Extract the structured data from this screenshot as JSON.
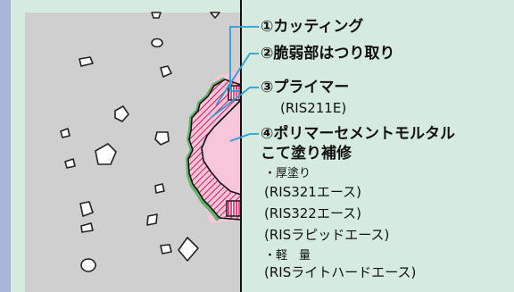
{
  "labels": {
    "cutting": "①カッティング",
    "removal": "②脆弱部はつり取り",
    "primer": "③プライマー",
    "primer_product": "(RIS211E)",
    "mortar_line1": "④ポリマーセメントモルタル",
    "mortar_line2": "こて塗り補修",
    "thick_label": "・厚塗り",
    "thick_product_1": "(RIS321エース)",
    "thick_product_2": "(RIS322エース)",
    "thick_product_3": "(RISラピッドエース)",
    "light_label": "・軽　量",
    "light_product": "(RISライトハードエース)"
  },
  "colors": {
    "background_frame": "#a9b6d8",
    "panel": "#d5ebe0",
    "concrete": "#cfcfcf",
    "mortar_fill": "#f7c6d9",
    "hatch": "#d8145c",
    "primer": "#5fb56a",
    "leader_line": "#2a9fd6"
  }
}
